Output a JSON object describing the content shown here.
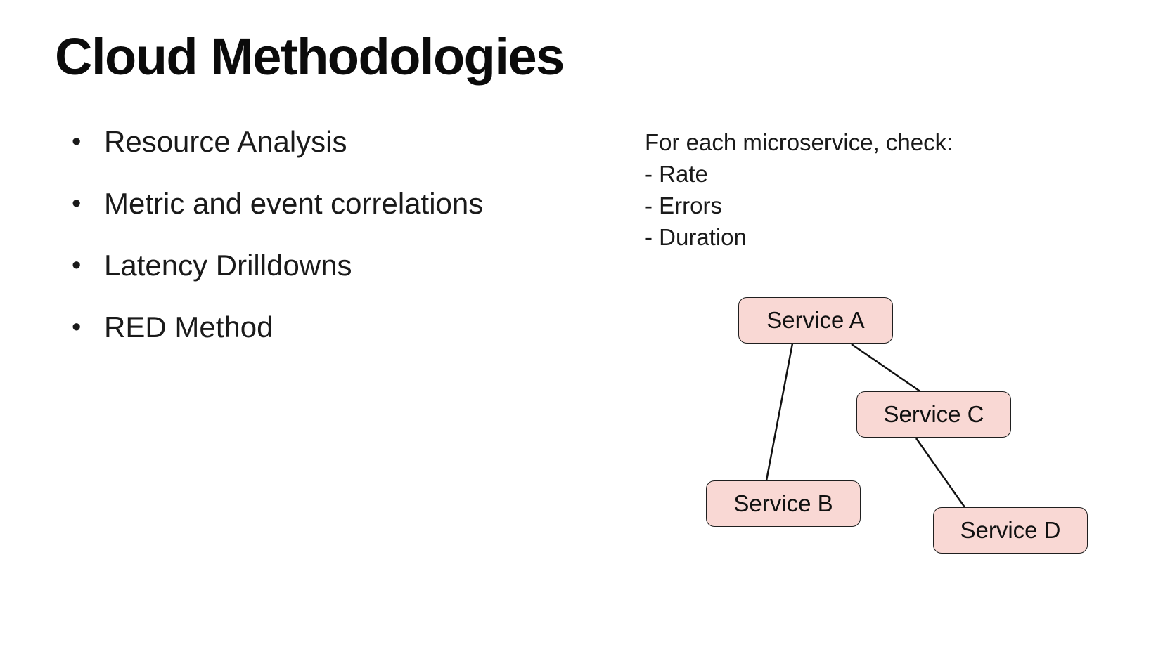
{
  "slide": {
    "title": "Cloud Methodologies",
    "bullets": [
      "Resource Analysis",
      "Metric and event correlations",
      "Latency Drilldowns",
      "RED Method"
    ],
    "note": {
      "heading": "For each microservice, check:",
      "items": [
        "- Rate",
        "- Errors",
        "- Duration"
      ]
    },
    "diagram": {
      "nodes": [
        {
          "id": "service-a",
          "label": "Service A"
        },
        {
          "id": "service-c",
          "label": "Service C"
        },
        {
          "id": "service-b",
          "label": "Service B"
        },
        {
          "id": "service-d",
          "label": "Service D"
        }
      ],
      "edges": [
        {
          "from": "Service A",
          "to": "Service B"
        },
        {
          "from": "Service A",
          "to": "Service C"
        },
        {
          "from": "Service C",
          "to": "Service D"
        }
      ],
      "node_fill": "#f9d8d4",
      "node_border": "#1f1f1f",
      "edge_color": "#111111"
    },
    "colors": {
      "background": "#ffffff",
      "text": "#111111"
    }
  }
}
